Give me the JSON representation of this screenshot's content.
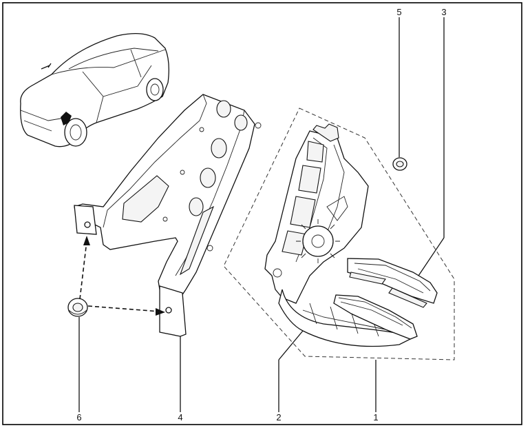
{
  "callouts": [
    {
      "id": "1",
      "label": "1"
    },
    {
      "id": "2",
      "label": "2"
    },
    {
      "id": "3",
      "label": "3"
    },
    {
      "id": "4",
      "label": "4"
    },
    {
      "id": "5",
      "label": "5"
    },
    {
      "id": "6",
      "label": "6"
    }
  ],
  "colors": {
    "line": "#111111",
    "background": "#ffffff",
    "frame": "#000000"
  }
}
